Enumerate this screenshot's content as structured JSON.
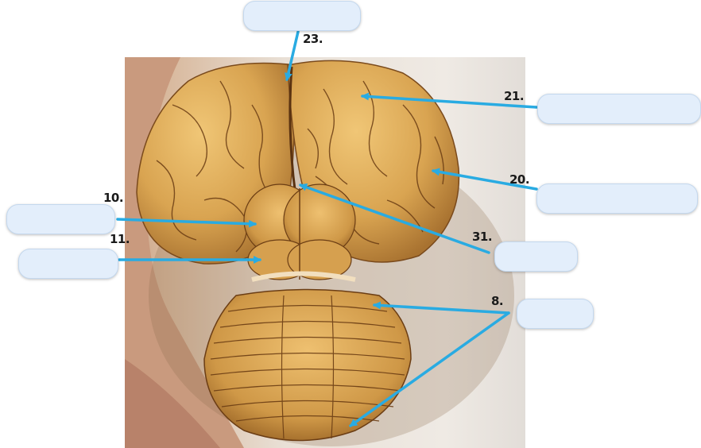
{
  "figure": {
    "labels": [
      {
        "id": "23",
        "number": "23.",
        "answer": ""
      },
      {
        "id": "21",
        "number": "21.",
        "answer": ""
      },
      {
        "id": "20",
        "number": "20.",
        "answer": ""
      },
      {
        "id": "10",
        "number": "10.",
        "answer": ""
      },
      {
        "id": "11",
        "number": "11.",
        "answer": ""
      },
      {
        "id": "31",
        "number": "31.",
        "answer": ""
      },
      {
        "id": "8",
        "number": "8.",
        "answer": ""
      }
    ]
  },
  "colors": {
    "arrow": "#29abe2",
    "box_fill": "#e3eefb",
    "brain": "#d9a451"
  }
}
